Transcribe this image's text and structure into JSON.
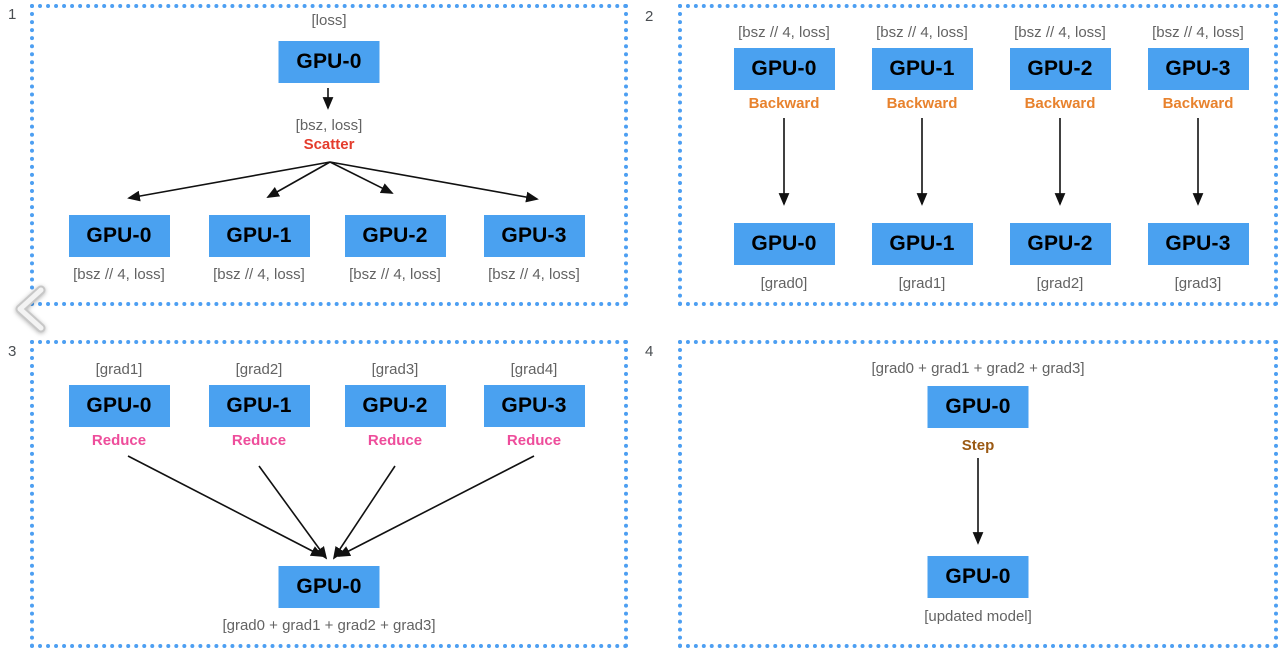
{
  "colors": {
    "box_blue": "#4aa1f0",
    "border_blue": "#4d9ff2",
    "label_gray": "#636363",
    "number_gray": "#4a4e52",
    "scatter_red": "#e43c2c",
    "backward_orange": "#e8822d",
    "reduce_pink": "#ee4d9b",
    "step_brown": "#9b5a14",
    "arrow_black": "#111111"
  },
  "nav": {
    "prev_icon": "chevron-left"
  },
  "panels": [
    {
      "number": "1",
      "input_label": "[loss]",
      "source_gpu": "GPU-0",
      "mid_label": "[bsz, loss]",
      "action": "Scatter",
      "columns": [
        {
          "gpu": "GPU-0",
          "label": "[bsz // 4, loss]"
        },
        {
          "gpu": "GPU-1",
          "label": "[bsz // 4, loss]"
        },
        {
          "gpu": "GPU-2",
          "label": "[bsz // 4, loss]"
        },
        {
          "gpu": "GPU-3",
          "label": "[bsz // 4, loss]"
        }
      ]
    },
    {
      "number": "2",
      "columns": [
        {
          "top_label": "[bsz // 4, loss]",
          "top_gpu": "GPU-0",
          "action": "Backward",
          "bottom_gpu": "GPU-0",
          "bottom_label": "[grad0]"
        },
        {
          "top_label": "[bsz // 4, loss]",
          "top_gpu": "GPU-1",
          "action": "Backward",
          "bottom_gpu": "GPU-1",
          "bottom_label": "[grad1]"
        },
        {
          "top_label": "[bsz // 4, loss]",
          "top_gpu": "GPU-2",
          "action": "Backward",
          "bottom_gpu": "GPU-2",
          "bottom_label": "[grad2]"
        },
        {
          "top_label": "[bsz // 4, loss]",
          "top_gpu": "GPU-3",
          "action": "Backward",
          "bottom_gpu": "GPU-3",
          "bottom_label": "[grad3]"
        }
      ]
    },
    {
      "number": "3",
      "columns": [
        {
          "top_label": "[grad1]",
          "gpu": "GPU-0",
          "action": "Reduce"
        },
        {
          "top_label": "[grad2]",
          "gpu": "GPU-1",
          "action": "Reduce"
        },
        {
          "top_label": "[grad3]",
          "gpu": "GPU-2",
          "action": "Reduce"
        },
        {
          "top_label": "[grad4]",
          "gpu": "GPU-3",
          "action": "Reduce"
        }
      ],
      "target_gpu": "GPU-0",
      "result_label": "[grad0 + grad1 + grad2 + grad3]"
    },
    {
      "number": "4",
      "input_label": "[grad0 + grad1 + grad2 + grad3]",
      "source_gpu": "GPU-0",
      "action": "Step",
      "target_gpu": "GPU-0",
      "result_label": "[updated model]"
    }
  ]
}
